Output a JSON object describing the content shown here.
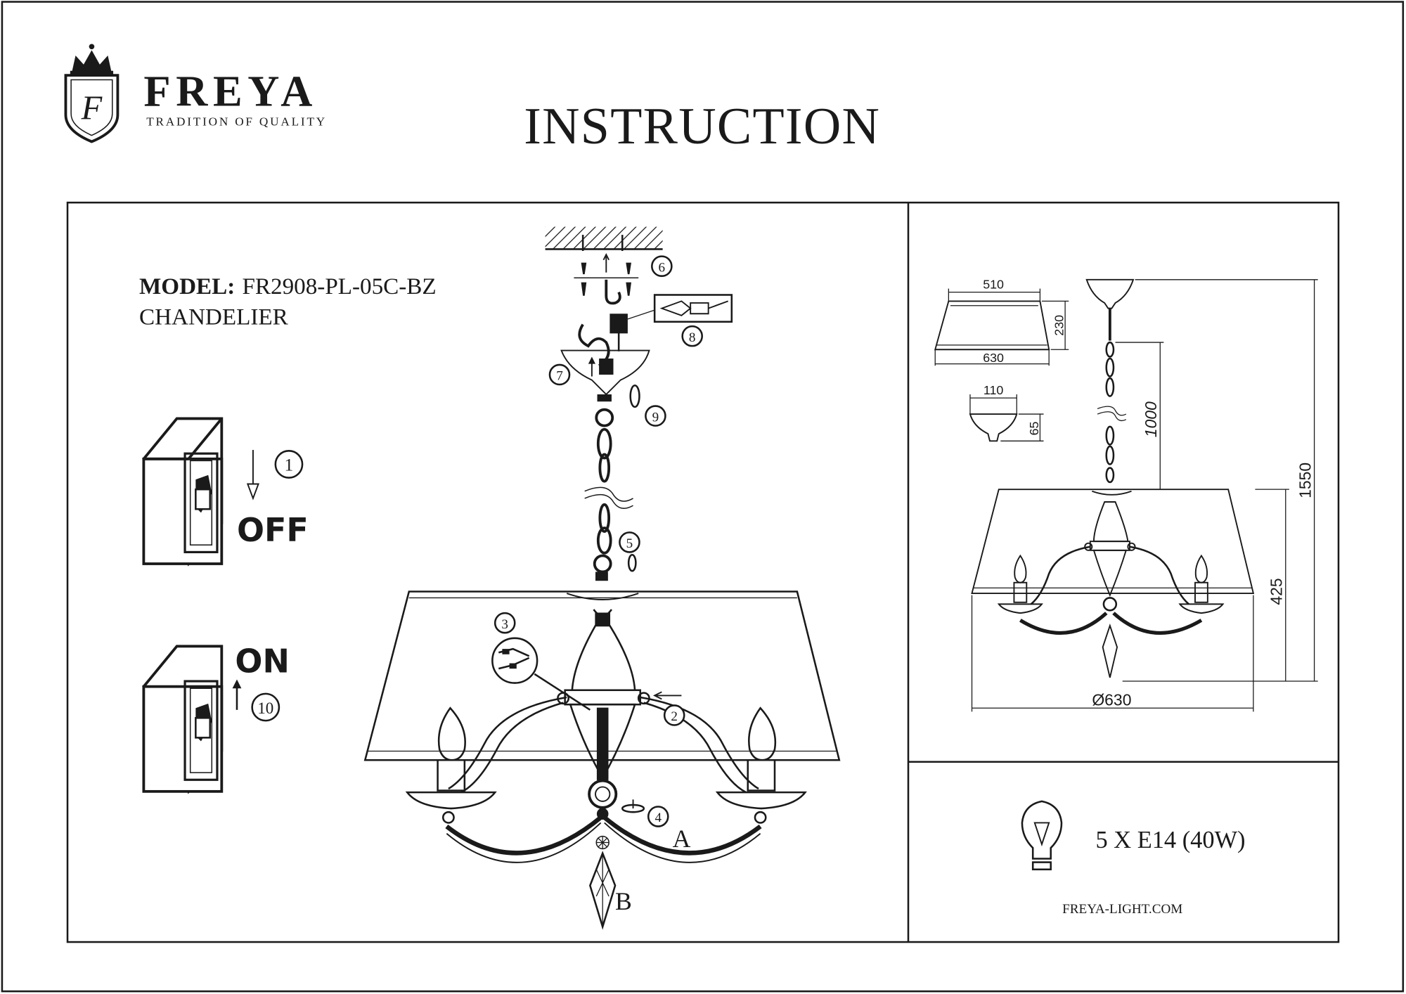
{
  "brand": {
    "name": "FREYA",
    "tagline": "TRADITION OF QUALITY",
    "crest_letter": "F"
  },
  "document_title": "INSTRUCTION",
  "model": {
    "label": "MODEL:",
    "code": "FR2908-PL-05C-BZ",
    "type": "CHANDELIER"
  },
  "switch_states": {
    "off": "OFF",
    "on": "ON"
  },
  "steps": {
    "s1": "1",
    "s2": "2",
    "s3": "3",
    "s4": "4",
    "s5": "5",
    "s6": "6",
    "s7": "7",
    "s8": "8",
    "s9": "9",
    "s10": "10"
  },
  "part_labels": {
    "a": "A",
    "b": "B"
  },
  "dimensions": {
    "shade_top": "510",
    "shade_bottom": "630",
    "shade_height": "230",
    "canopy_width": "110",
    "canopy_height": "65",
    "chain_length": "1000",
    "total_height": "1550",
    "body_height": "425",
    "diameter": "Ø630"
  },
  "bulb_spec": "5 X E14 (40W)",
  "website": "FREYA-LIGHT.COM",
  "colors": {
    "ink": "#1a1a1a",
    "paper": "#ffffff"
  }
}
